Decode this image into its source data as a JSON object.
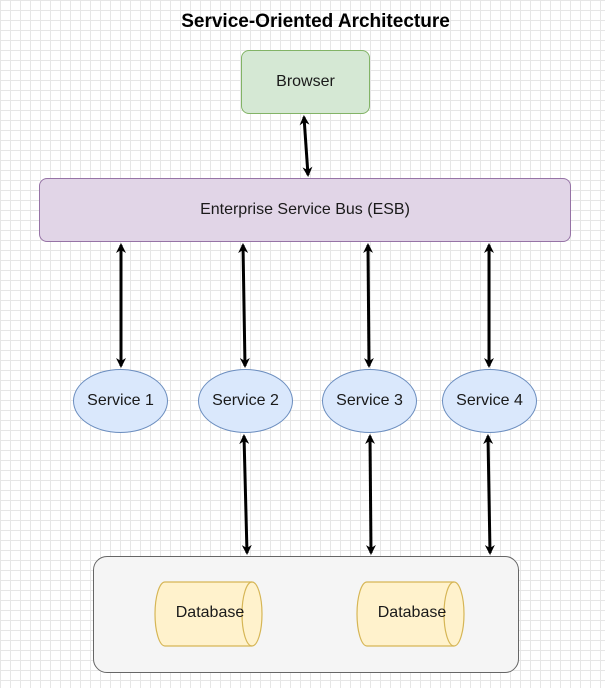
{
  "title": "Service-Oriented Architecture",
  "nodes": {
    "browser": "Browser",
    "esb": "Enterprise Service Bus (ESB)",
    "services": [
      "Service 1",
      "Service 2",
      "Service 3",
      "Service 4"
    ],
    "databases": [
      "Database",
      "Database"
    ]
  },
  "colors": {
    "browser_fill": "#d5e8d4",
    "browser_stroke": "#82b366",
    "esb_fill": "#e1d5e7",
    "esb_stroke": "#9673a6",
    "service_fill": "#dae8fc",
    "service_stroke": "#6c8ebf",
    "database_fill": "#fff2cc",
    "database_stroke": "#d6b656",
    "group_fill": "#f5f5f5",
    "group_stroke": "#666666",
    "arrow": "#000000"
  }
}
